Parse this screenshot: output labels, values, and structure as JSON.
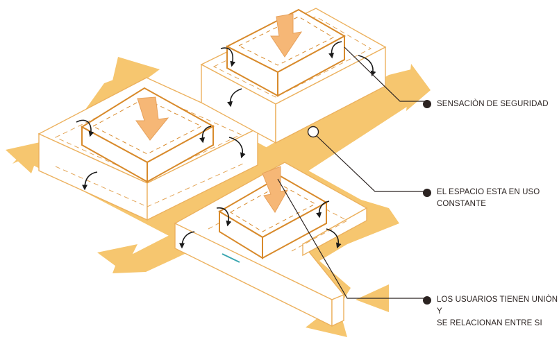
{
  "annotations": [
    {
      "id": "safety",
      "lines": [
        "SENSACIÒN DE SEGURIDAD"
      ]
    },
    {
      "id": "in-use",
      "lines": [
        "EL ESPACIO ESTA EN USO",
        "CONSTANTE"
      ]
    },
    {
      "id": "union",
      "lines": [
        "LOS USUARIOS TIENEN UNIÒN Y",
        "SE RELACIONAN ENTRE SI"
      ]
    }
  ],
  "colors": {
    "path": "#f6c66f",
    "outline": "#e29c3f",
    "inner_box": "#d88a2b",
    "arrow_fill": "#f6b776",
    "leader": "#2b2321",
    "bullet": "#2b2321"
  }
}
